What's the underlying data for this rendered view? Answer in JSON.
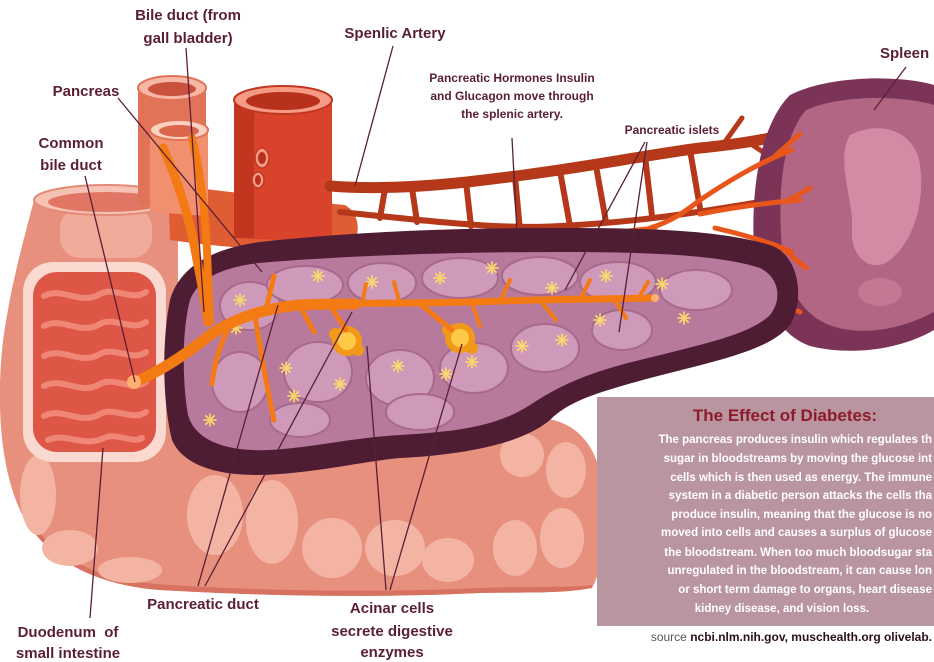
{
  "labels": {
    "bile_duct": [
      "Bile duct (from",
      "gall bladder)"
    ],
    "splenic_artery": "Spenlic Artery",
    "spleen": "Spleen",
    "pancreas": "Pancreas",
    "hormones": [
      "Pancreatic Hormones Insulin",
      "and Glucagon move through",
      "the splenic artery."
    ],
    "islets": "Pancreatic islets",
    "common_bile_duct": [
      "Common",
      "bile duct"
    ],
    "pancreatic_duct": "Pancreatic duct",
    "acinar": [
      "Acinar cells",
      "secrete digestive",
      "enzymes"
    ],
    "duodenum": [
      "Duodenum  of",
      "small intestine"
    ]
  },
  "info_box": {
    "title": "The Effect of Diabetes:",
    "lines": [
      "The pancreas produces insulin which regulates th",
      "sugar in bloodstreams by moving the glucose int",
      "cells which is then used as energy. The immune",
      "system in a diabetic person attacks the cells tha",
      "produce insulin, meaning that the glucose is no",
      "moved into cells and causes a surplus of glucose",
      "the bloodstream. When too much bloodsugar sta",
      "unregulated in the bloodstream, it can cause lon",
      "or short term damage to organs, heart disease",
      "kidney disease, and vision loss."
    ]
  },
  "source": {
    "prefix": "source ",
    "text": "ncbi.nlm.nih.gov, muschealth.org olivelab."
  },
  "colors": {
    "label_text": "#5a1e35",
    "info_box_bg": "#b9959f",
    "info_box_title": "#8e1b2c",
    "info_box_text": "#ffffff",
    "source_prefix": "#555555",
    "source_text": "#2a0f1c",
    "pancreatic_duct": "#f47a14",
    "splenic_artery": "#b5381a",
    "pancreas": "#4e1d34",
    "spleen": "#7b3457",
    "duodenum": "#e8907e",
    "islets": "#ffe066"
  }
}
